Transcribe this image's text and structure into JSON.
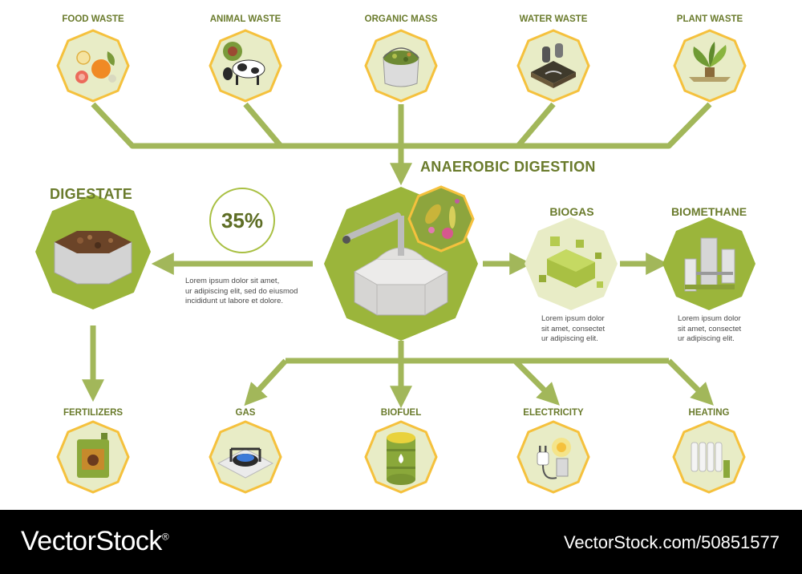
{
  "inputs": [
    {
      "label": "FOOD WASTE",
      "icon": "food-waste-icon"
    },
    {
      "label": "ANIMAL WASTE",
      "icon": "cow-icon"
    },
    {
      "label": "ORGANIC MASS",
      "icon": "organic-mass-bucket-icon"
    },
    {
      "label": "WATER WASTE",
      "icon": "water-waste-pipes-icon"
    },
    {
      "label": "PLANT WASTE",
      "icon": "plant-icon"
    }
  ],
  "process": {
    "title": "ANAEROBIC DIGESTION",
    "icon": "digester-tank-icon",
    "bacteria_icon": "bacteria-icon"
  },
  "digestate": {
    "title": "DIGESTATE",
    "icon": "digestate-tank-icon",
    "percent": "35%",
    "description": [
      "Lorem ipsum dolor sit amet,",
      "ur adipiscing elit, sed do eiusmod",
      "incididunt ut labore et dolore."
    ]
  },
  "biogas": {
    "title": "BIOGAS",
    "icon": "biogas-cloud-icon",
    "description": [
      "Lorem ipsum dolor",
      "sit amet, consectet",
      "ur adipiscing elit."
    ]
  },
  "biomethane": {
    "title": "BIOMETHANE",
    "icon": "biomethane-tanks-icon",
    "description": [
      "Lorem ipsum dolor",
      "sit amet, consectet",
      "ur adipiscing elit."
    ]
  },
  "outputs": [
    {
      "label": "FERTILIZERS",
      "icon": "fertilizer-canister-icon"
    },
    {
      "label": "GAS",
      "icon": "gas-burner-icon"
    },
    {
      "label": "BIOFUEL",
      "icon": "biofuel-barrel-icon"
    },
    {
      "label": "ELECTRICITY",
      "icon": "electric-plug-icon"
    },
    {
      "label": "HEATING",
      "icon": "radiator-icon"
    }
  ],
  "footer": {
    "brand": "VectorStock",
    "reg_mark": "®",
    "image_id": "VectorStock.com/50851577"
  },
  "colors": {
    "accent": "#9bb53b",
    "line": "#a2b75a",
    "label": "#6a7b2c",
    "badge_bg": "#e8ecc6",
    "badge_border": "#f5c13d",
    "footer_bg": "#000000"
  }
}
